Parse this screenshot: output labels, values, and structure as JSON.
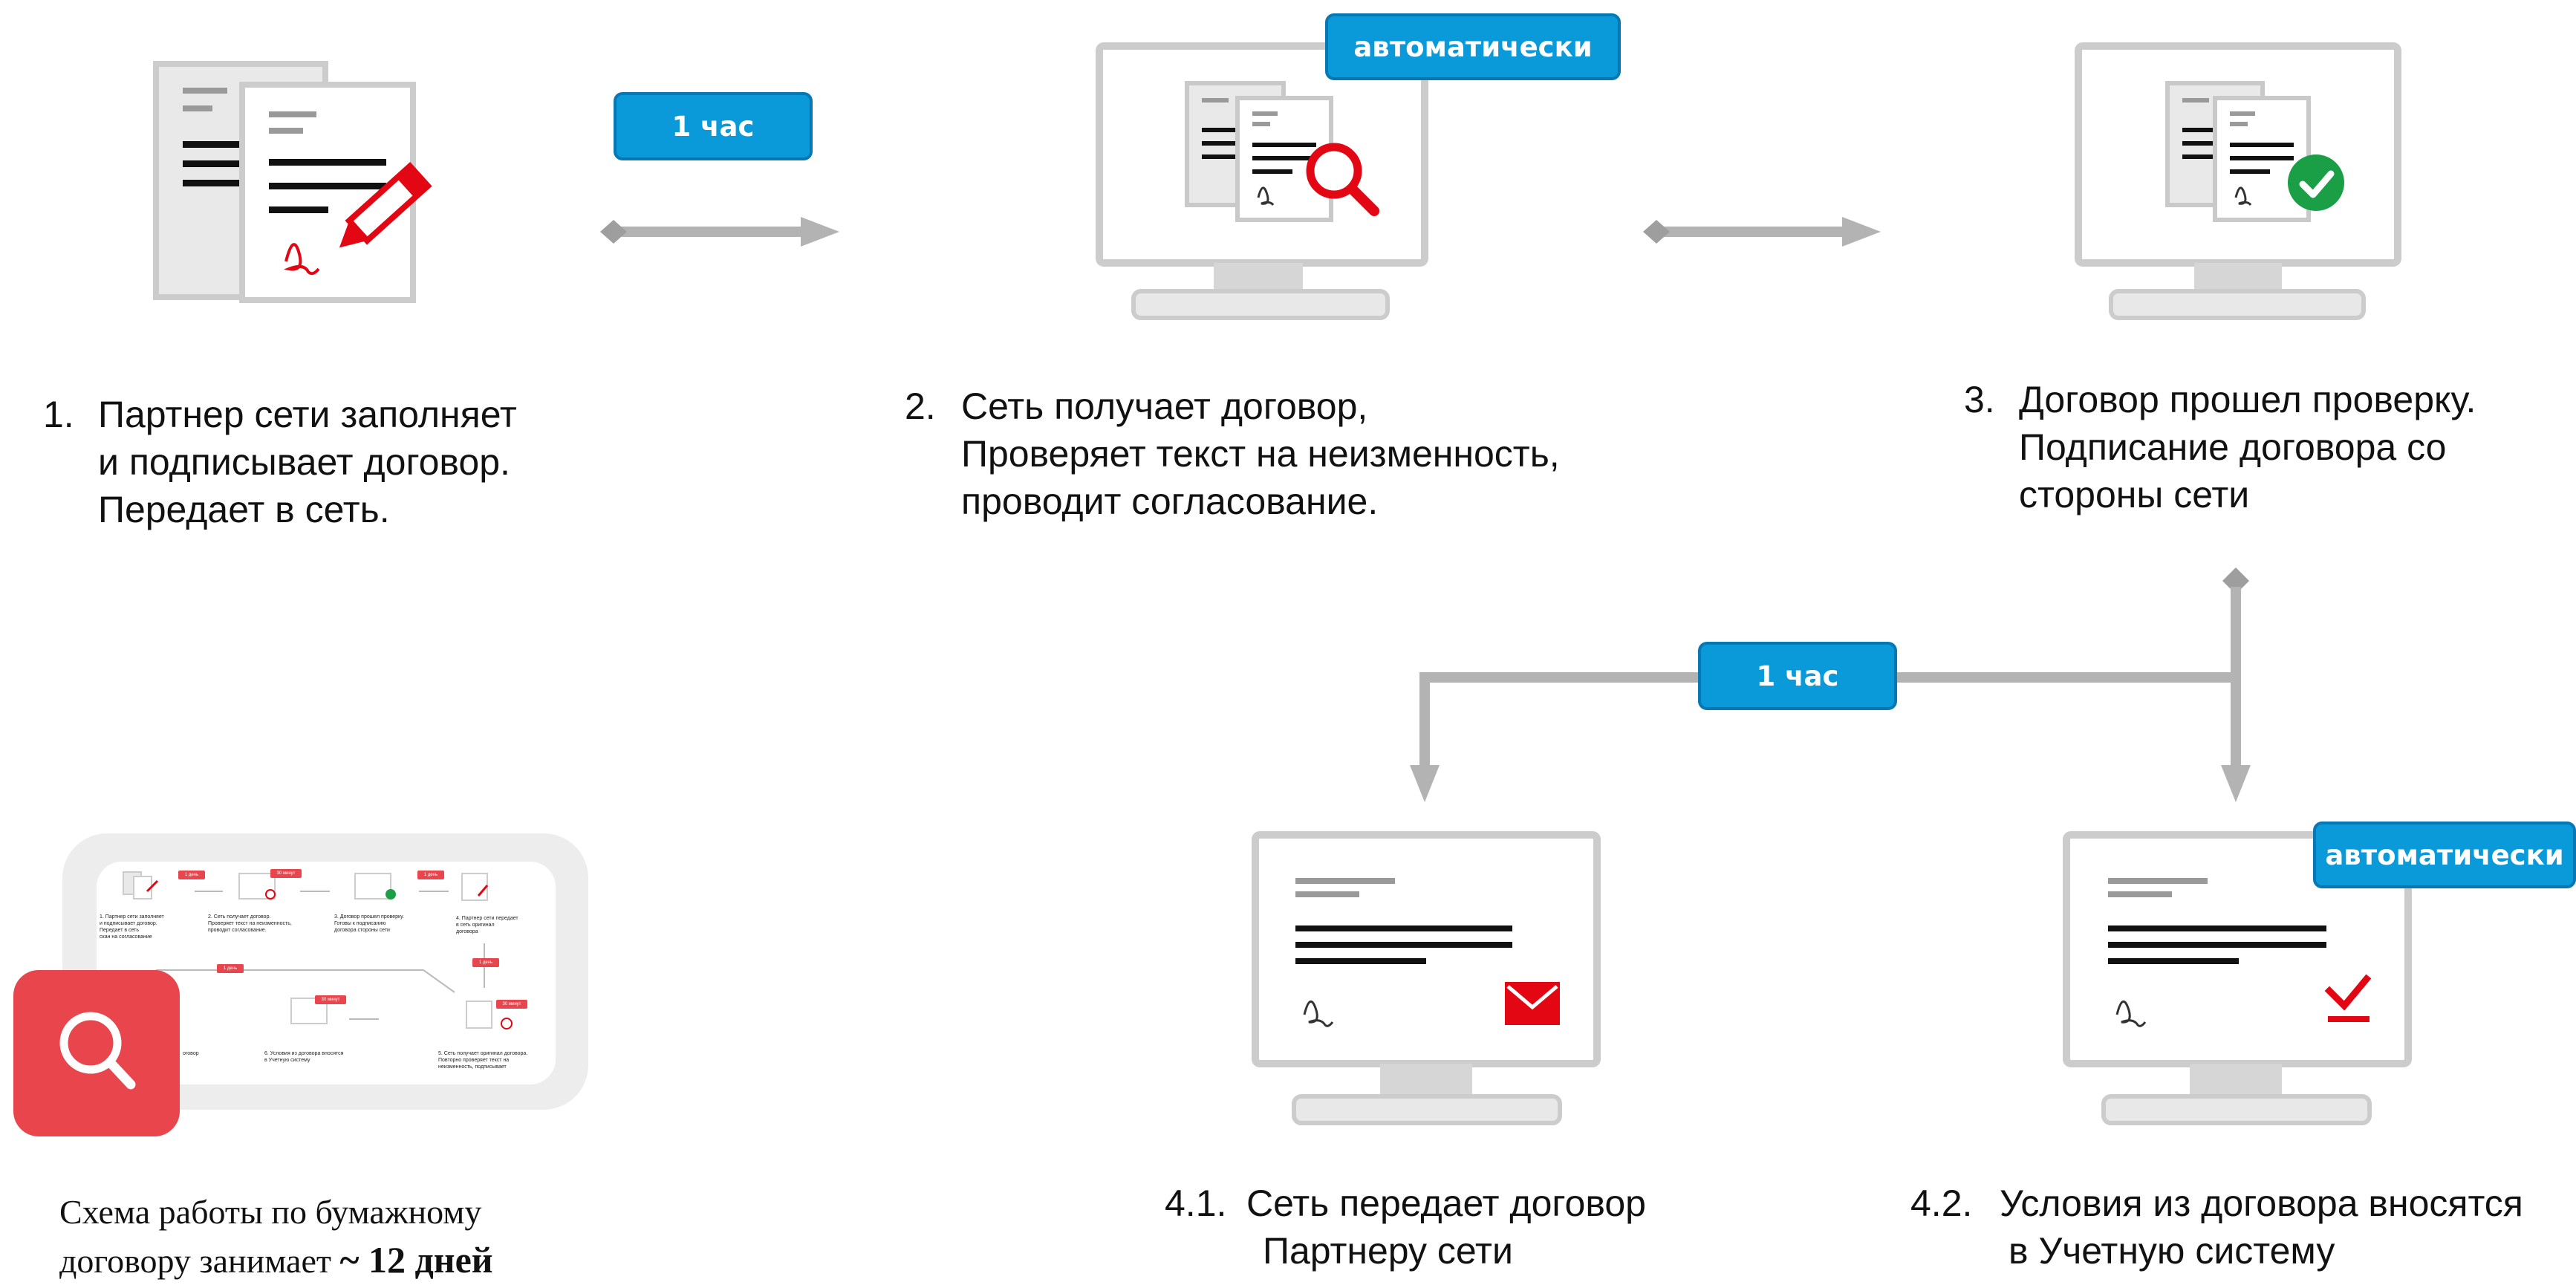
{
  "badges": {
    "hour_top": "1 час",
    "auto_top": "автоматически",
    "hour_mid": "1 час",
    "auto_bottom": "автоматически"
  },
  "steps": [
    {
      "num": "1.",
      "lines": [
        "Партнер сети заполняет",
        "и подписывает договор.",
        "Передает в сеть."
      ]
    },
    {
      "num": "2.",
      "lines": [
        "Сеть получает договор,",
        "Проверяет текст на неизменность,",
        "проводит согласование."
      ]
    },
    {
      "num": "3.",
      "lines": [
        "Договор прошел проверку.",
        "Подписание договора со",
        "стороны сети"
      ]
    },
    {
      "num": "4.1.",
      "lines": [
        "Сеть передает договор",
        "Партнеру сети"
      ]
    },
    {
      "num": "4.2.",
      "lines": [
        "Условия из договора вносятся",
        "в Учетную систему"
      ]
    }
  ],
  "caption": {
    "line1": "Схема работы по бумажному",
    "line2_prefix": "договору занимает",
    "line2_bold": "~ 12 дней"
  },
  "thumbnail": {
    "badge_day_1": "1 день",
    "badge_30min_1": "30 минут",
    "badge_day_2": "1 день",
    "badge_day_3": "1 день",
    "badge_day_4": "1 день",
    "badge_30min_2": "30 минут",
    "badge_30min_3": "30 минут",
    "step1": [
      "1.  Партнер сети заполняет",
      "     и подписывает договор.",
      "     Передает в сеть",
      "     скан на согласование"
    ],
    "step2": [
      "2.  Сеть получает договор.",
      "     Проверяет текст на неизменность,",
      "     проводит согласование."
    ],
    "step3": [
      "3.  Договор прошел проверку.",
      "     Готовы к подписанию",
      "     договора стороны сети"
    ],
    "step4": [
      "4.  Партнер сети передает",
      "     в сеть оригинал",
      "     договора"
    ],
    "step5": [
      "5.  Сеть получает оригинал договора.",
      "     Повторно проверяет текст на",
      "     неизменность, подписывает"
    ],
    "step6": [
      "6.  Условия из договора вносятся",
      "     в Учетную систему"
    ],
    "step7": [
      "оговор"
    ]
  },
  "colors": {
    "accent_blue": "#0a99d9",
    "accent_blue_border": "#0878b4",
    "brand_red": "#e30613",
    "arrow_gray": "#b3b3b3",
    "check_green": "#1a9e46",
    "tile_red": "#e8454d"
  },
  "icons": [
    "paper-document-pen-icon",
    "monitor-document-search-icon",
    "monitor-document-check-icon",
    "monitor-envelope-icon",
    "monitor-checkmark-icon",
    "search-icon"
  ]
}
